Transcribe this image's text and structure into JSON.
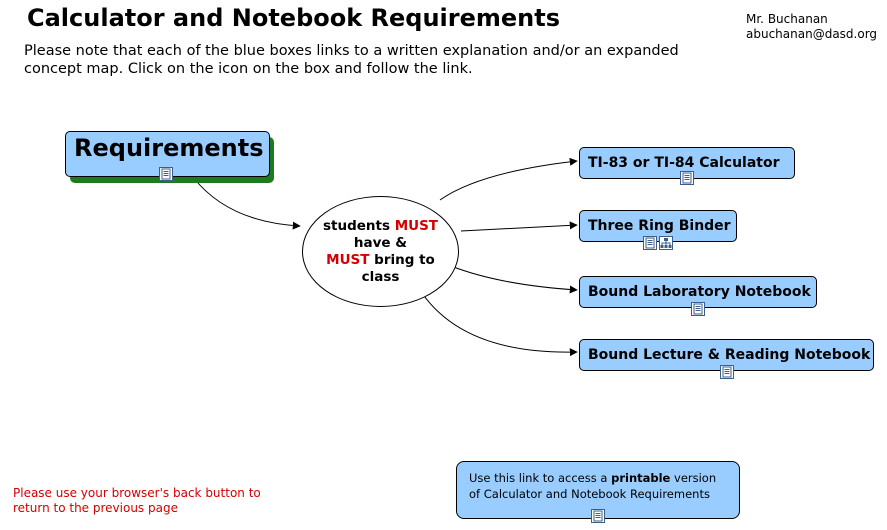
{
  "header": {
    "title": "Calculator and Notebook Requirements",
    "author_name": "Mr. Buchanan",
    "author_email": "abuchanan@dasd.org"
  },
  "intro": "Please note that each of the blue boxes links to a written explanation and/or an expanded concept map. Click on the icon on the box and follow the link.",
  "map": {
    "root": {
      "label": "Requirements",
      "icons": [
        "document-icon"
      ]
    },
    "connector": {
      "line1_prefix": "students ",
      "line1_emph": "MUST",
      "line2": "have &",
      "line3_emph": "MUST",
      "line3_suffix": " bring to",
      "line4": "class"
    },
    "items": [
      {
        "label": "TI-83 or TI-84 Calculator",
        "icons": [
          "document-icon"
        ]
      },
      {
        "label": "Three Ring Binder",
        "icons": [
          "document-icon",
          "concept-map-icon"
        ]
      },
      {
        "label": "Bound Laboratory Notebook",
        "icons": [
          "document-icon"
        ]
      },
      {
        "label": "Bound Lecture & Reading Notebook",
        "icons": [
          "document-icon"
        ]
      }
    ]
  },
  "printable_box": {
    "prefix": "Use this link to access a ",
    "bold": "printable",
    "suffix": " version",
    "line2": "of Calculator and Notebook Requirements",
    "icons": [
      "document-icon"
    ]
  },
  "footer_note": "Please use your browser's back button to return to the previous page",
  "colors": {
    "node_fill": "#99ccff",
    "root_shadow": "#1e7a1e",
    "emphasis": "#d40000"
  }
}
